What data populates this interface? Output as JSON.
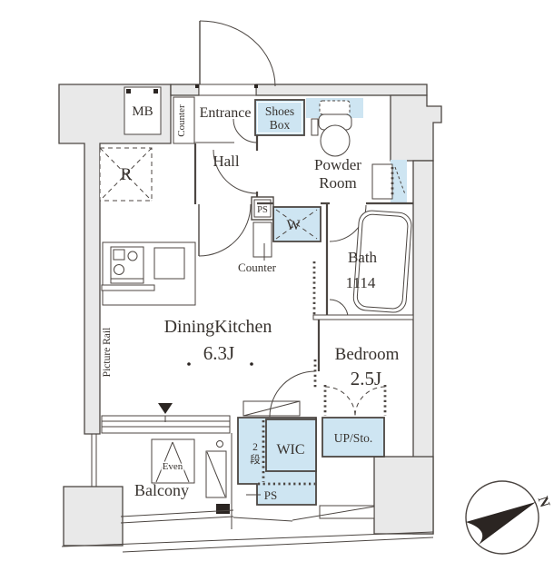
{
  "colors": {
    "bg": "#ffffff",
    "wall_fill": "#e9e9e9",
    "line": "#4c4642",
    "blue": "#cee5f2",
    "text": "#37322e",
    "dark": "#2b2522"
  },
  "meter_box": {
    "label": "MB"
  },
  "entrance": {
    "label": "Entrance",
    "counter_label": "Counter",
    "shoes_box_line1": "Shoes",
    "shoes_box_line2": "Box"
  },
  "hall": {
    "label": "Hall",
    "ps_label": "PS",
    "counter_label": "Counter"
  },
  "powder_room": {
    "label_line1": "Powder",
    "label_line2": "Room",
    "washer_label": "W"
  },
  "bath": {
    "label_line1": "Bath",
    "label_line2": "1114"
  },
  "dining_kitchen": {
    "label": "DiningKitchen",
    "size": "6.3J",
    "fridge_label": "R",
    "picture_rail_label": "Picture Rail"
  },
  "bedroom": {
    "label": "Bedroom",
    "size": "2.5J",
    "storage_label": "UP/Sto."
  },
  "wic": {
    "label": "WIC",
    "tier_line1": "2",
    "tier_line2": "段",
    "ps_label": "PS"
  },
  "balcony": {
    "label": "Balcony",
    "hatch_label": "Even"
  },
  "compass": {
    "north_label": "N"
  }
}
